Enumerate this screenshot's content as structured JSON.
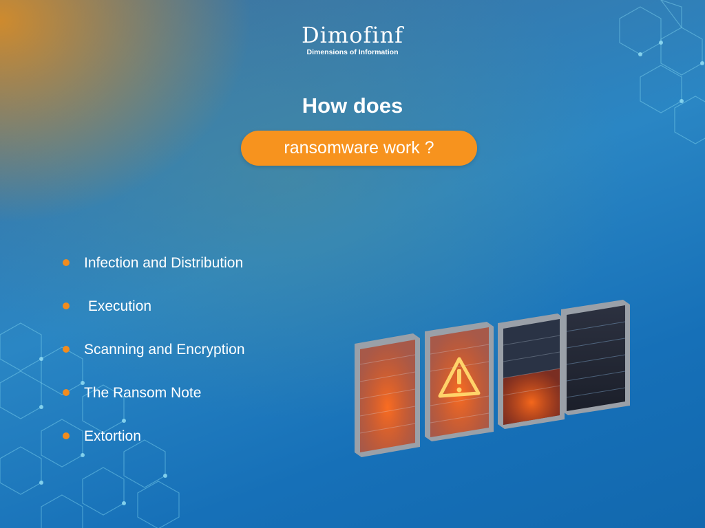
{
  "logo": {
    "name": "Dimofinf",
    "tagline": "Dimensions of Information"
  },
  "heading": {
    "line1": "How does",
    "line2": "ransomware work ?"
  },
  "steps": [
    {
      "label": "Infection and Distribution"
    },
    {
      "label": " Execution"
    },
    {
      "label": "Scanning and Encryption"
    },
    {
      "label": "The Ransom Note"
    },
    {
      "label": "Extortion"
    }
  ],
  "illustration": {
    "icon": "warning-triangle-icon",
    "subject": "server-racks"
  },
  "colors": {
    "accent": "#f7931e",
    "bullet": "#f28c1e",
    "text": "#ffffff",
    "background_blue": "#1670b8",
    "background_orange": "#d68c28"
  }
}
